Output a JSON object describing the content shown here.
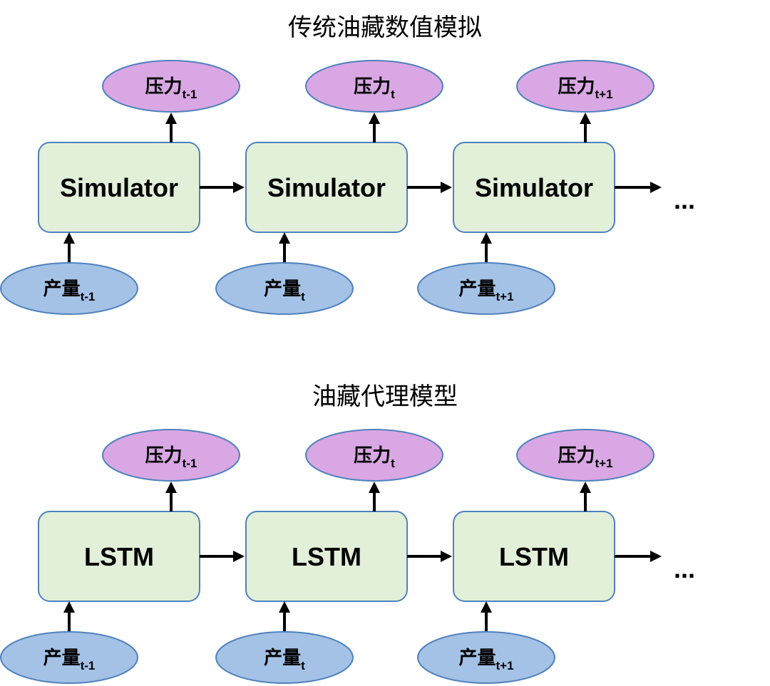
{
  "sections": [
    {
      "title": "传统油藏数值模拟",
      "box_label": "Simulator",
      "steps": [
        {
          "output_base": "压力",
          "output_sub": "t-1",
          "input_base": "产量",
          "input_sub": "t-1"
        },
        {
          "output_base": "压力",
          "output_sub": "t",
          "input_base": "产量",
          "input_sub": "t"
        },
        {
          "output_base": "压力",
          "output_sub": "t+1",
          "input_base": "产量",
          "input_sub": "t+1"
        }
      ],
      "continuation": "..."
    },
    {
      "title": "油藏代理模型",
      "box_label": "LSTM",
      "steps": [
        {
          "output_base": "压力",
          "output_sub": "t-1",
          "input_base": "产量",
          "input_sub": "t-1"
        },
        {
          "output_base": "压力",
          "output_sub": "t",
          "input_base": "产量",
          "input_sub": "t"
        },
        {
          "output_base": "压力",
          "output_sub": "t+1",
          "input_base": "产量",
          "input_sub": "t+1"
        }
      ],
      "continuation": "..."
    }
  ],
  "colors": {
    "box_fill": "#e2f0d9",
    "box_stroke": "#4f81bd",
    "output_fill": "#d9a7e3",
    "input_fill": "#a4c2e6",
    "arrow": "#000000"
  }
}
